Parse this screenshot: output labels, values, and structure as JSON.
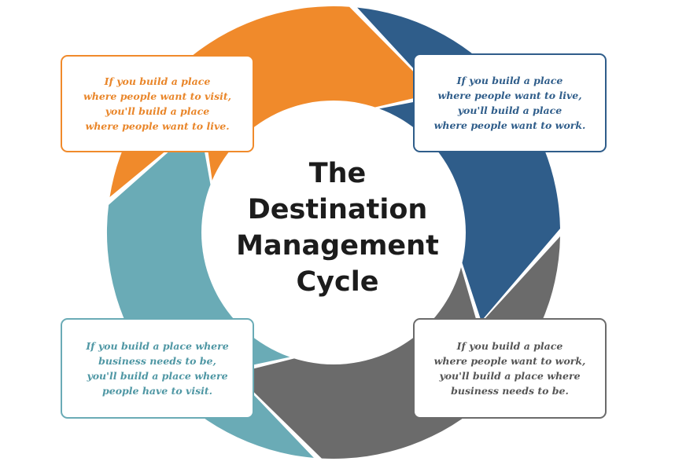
{
  "diagram": {
    "title_lines": [
      "The",
      "Destination",
      "Management",
      "Cycle"
    ],
    "segments": [
      {
        "id": "top-left",
        "color": "#f08a2b",
        "text_color": "#e9862a",
        "lines": [
          "If you build a place",
          "where people want to visit,",
          "you'll build a place",
          "where people want to live."
        ]
      },
      {
        "id": "top-right",
        "color": "#2f5d8a",
        "text_color": "#2f5d8a",
        "lines": [
          "If you build a place",
          "where people want to live,",
          "you'll build a place",
          "where people want to work."
        ]
      },
      {
        "id": "bottom-right",
        "color": "#6b6b6b",
        "text_color": "#555555",
        "lines": [
          "If you build a place",
          "where people want to work,",
          "you'll build a place where",
          "business needs to be."
        ]
      },
      {
        "id": "bottom-left",
        "color": "#6aabb6",
        "text_color": "#4f97a4",
        "lines": [
          "If you build a place where",
          "business needs to be,",
          "you'll build a place where",
          "people have to visit."
        ]
      }
    ]
  }
}
